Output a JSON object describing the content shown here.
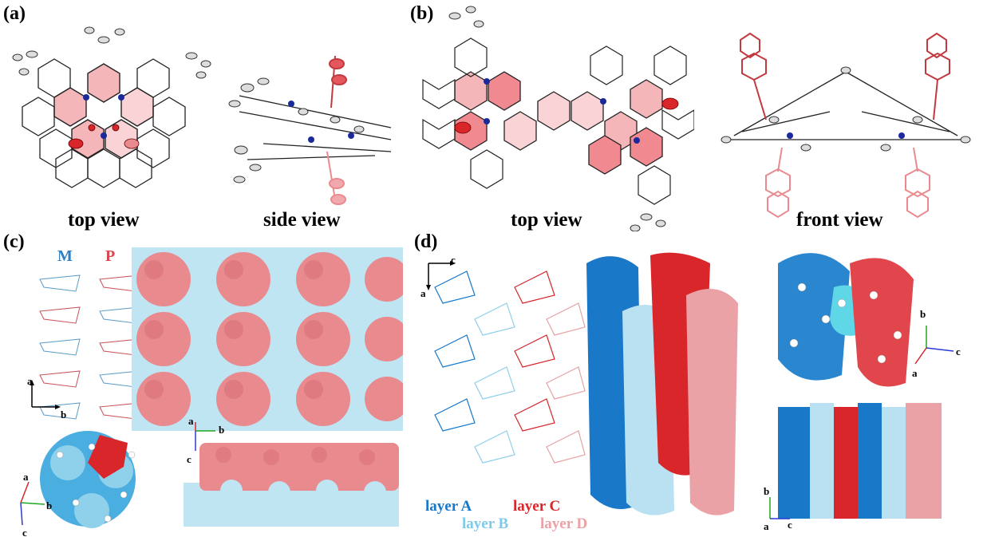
{
  "panels": {
    "a": {
      "label": "(a)",
      "caption_left": "top view",
      "caption_right": "side view"
    },
    "b": {
      "label": "(b)",
      "caption_left": "top view",
      "caption_right": "front view"
    },
    "c": {
      "label": "(c)",
      "enantiomer_m": "M",
      "enantiomer_p": "P",
      "axes_main": {
        "a": "a",
        "b": "b"
      },
      "axes_bottom_left": {
        "a": "a",
        "b": "b",
        "c": "c"
      },
      "axes_bottom_right": {
        "a": "a",
        "b": "b",
        "c": "c"
      }
    },
    "d": {
      "label": "(d)",
      "axes_left": {
        "c": "c",
        "a": "a"
      },
      "axes_top_right": {
        "b": "b",
        "c": "c",
        "a": "a"
      },
      "axes_bottom_right": {
        "b": "b",
        "a": "a",
        "c": "c"
      },
      "layers": {
        "A": "layer A",
        "B": "layer B",
        "C": "layer C",
        "D": "layer D"
      }
    }
  },
  "colors": {
    "layer_a": "#1a78c8",
    "layer_b": "#8fd0ea",
    "layer_c": "#d8262a",
    "layer_d": "#eaa2a6",
    "m_color": "#2f7fc1",
    "p_color": "#d94850",
    "pink": "#e98a8f",
    "lightblue": "#9ad3e8"
  }
}
